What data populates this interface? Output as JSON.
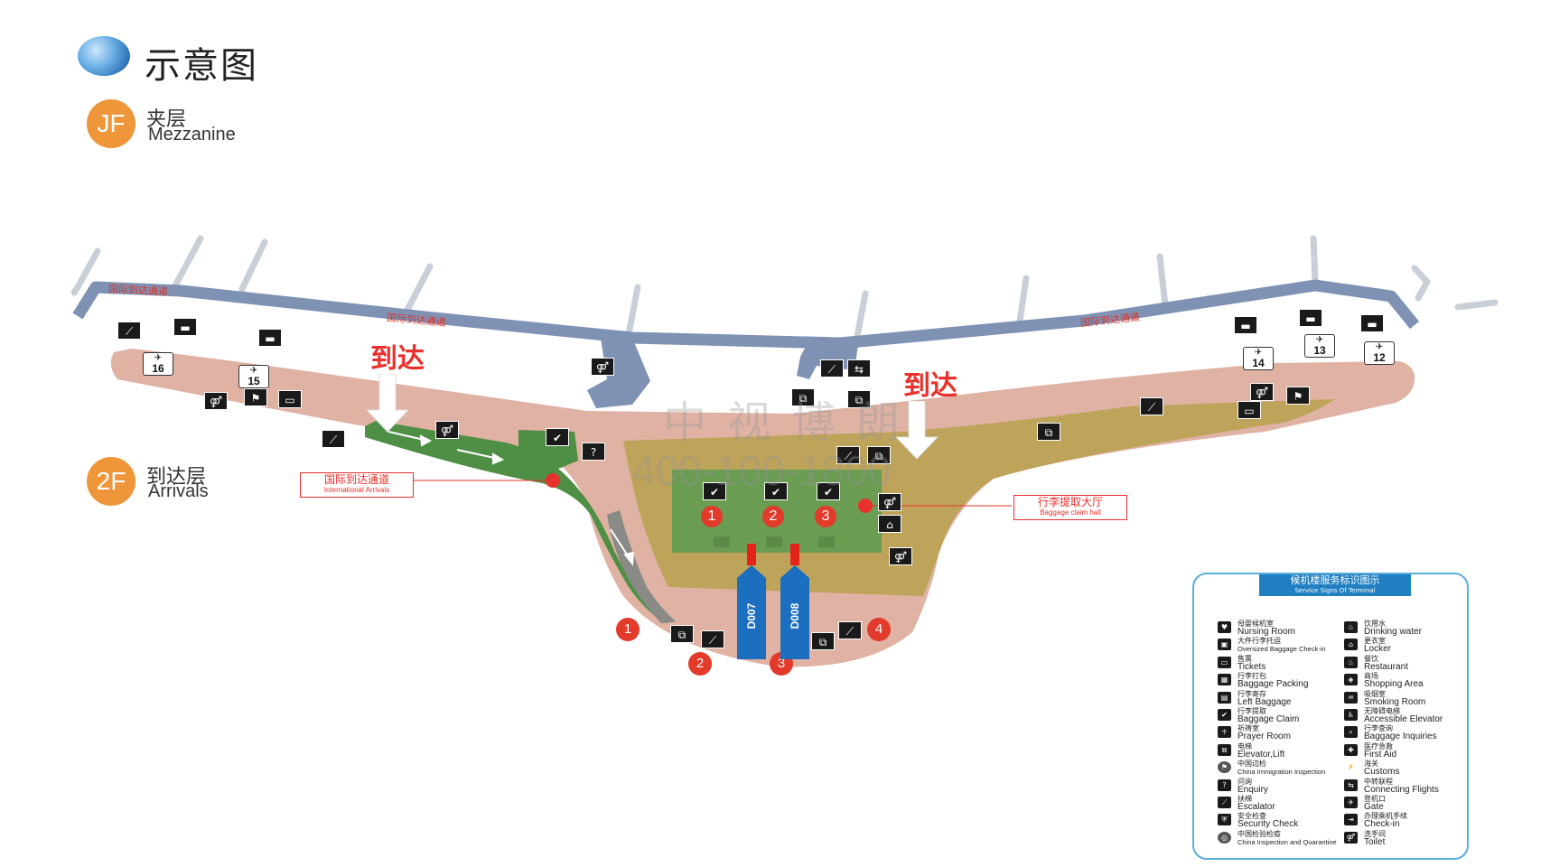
{
  "header": {
    "title": "示意图"
  },
  "floors": [
    {
      "code": "JF",
      "name_zh": "夹层",
      "name_en": "Mezzanine"
    },
    {
      "code": "2F",
      "name_zh": "到达层",
      "name_en": "Arrivals"
    }
  ],
  "map": {
    "corridor_labels": [
      "国际到达通道",
      "国际到达通道",
      "国际到达通道"
    ],
    "arrival_markers": [
      "到达",
      "到达"
    ],
    "callouts": {
      "intl_arrivals": {
        "zh": "国际到达通道",
        "en": "International Arrivals"
      },
      "baggage_hall": {
        "zh": "行李提取大厅",
        "en": "Baggage claim hall"
      }
    },
    "gates": [
      "16",
      "15",
      "14",
      "13",
      "12"
    ],
    "carousels": [
      "1",
      "2",
      "3"
    ],
    "exits": [
      "1",
      "2",
      "3",
      "4"
    ],
    "doors": [
      "D007",
      "D008"
    ],
    "watermark": [
      "中 视 博 朗",
      "400-100-1800"
    ],
    "colors": {
      "corridor": "#7f92b4",
      "arrival_floor": "#dfb2a3",
      "international_path": "#4e8f45",
      "baggage_zone": "#bea35a",
      "baggage_hall": "#6a9c52",
      "door_banner": "#1b6fbe",
      "exit_marker": "#e23a2b",
      "label_red": "#e8302c"
    }
  },
  "legend": {
    "title_zh": "候机楼服务标识图示",
    "title_en": "Service Signs Of Terminal",
    "left": [
      {
        "icon": "nursing-room-icon",
        "zh": "母婴候机室",
        "en": "Nursing Room"
      },
      {
        "icon": "oversized-baggage-icon",
        "zh": "大件行李托运",
        "en": "Oversized Baggage Check-in",
        "small": true
      },
      {
        "icon": "tickets-icon",
        "zh": "售票",
        "en": "Tickets"
      },
      {
        "icon": "baggage-packing-icon",
        "zh": "行李打包",
        "en": "Baggage Packing"
      },
      {
        "icon": "left-baggage-icon",
        "zh": "行李寄存",
        "en": "Left Baggage"
      },
      {
        "icon": "baggage-claim-icon",
        "zh": "行李提取",
        "en": "Baggage Claim"
      },
      {
        "icon": "prayer-room-icon",
        "zh": "祈祷室",
        "en": "Prayer Room"
      },
      {
        "icon": "elevator-icon",
        "zh": "电梯",
        "en": "Elevator,Lift"
      },
      {
        "icon": "immigration-icon",
        "zh": "中国边检",
        "en": "China Immigration Inspection",
        "small": true
      },
      {
        "icon": "enquiry-icon",
        "zh": "问询",
        "en": "Enquiry"
      },
      {
        "icon": "escalator-icon",
        "zh": "扶梯",
        "en": "Escalator"
      },
      {
        "icon": "security-check-icon",
        "zh": "安全检查",
        "en": "Security Check"
      },
      {
        "icon": "quarantine-icon",
        "zh": "中国检验检疫",
        "en": "China Inspection and Quarantine",
        "small": true
      }
    ],
    "right": [
      {
        "icon": "drinking-water-icon",
        "zh": "饮用水",
        "en": "Drinking water"
      },
      {
        "icon": "locker-icon",
        "zh": "更衣室",
        "en": "Locker"
      },
      {
        "icon": "restaurant-icon",
        "zh": "餐饮",
        "en": "Restaurant"
      },
      {
        "icon": "shopping-icon",
        "zh": "商场",
        "en": "Shopping Area"
      },
      {
        "icon": "smoking-room-icon",
        "zh": "吸烟室",
        "en": "Smoking Room"
      },
      {
        "icon": "accessible-elevator-icon",
        "zh": "无障碍电梯",
        "en": "Accessible Elevator"
      },
      {
        "icon": "baggage-inquiries-icon",
        "zh": "行李查询",
        "en": "Baggage Inquiries"
      },
      {
        "icon": "first-aid-icon",
        "zh": "医疗急救",
        "en": "First Aid"
      },
      {
        "icon": "customs-icon",
        "zh": "海关",
        "en": "Customs"
      },
      {
        "icon": "connecting-flights-icon",
        "zh": "中转联程",
        "en": "Connecting Flights"
      },
      {
        "icon": "gate-icon",
        "zh": "登机口",
        "en": "Gate"
      },
      {
        "icon": "check-in-icon",
        "zh": "办理乘机手续",
        "en": "Check-in"
      },
      {
        "icon": "toilet-icon",
        "zh": "洗手间",
        "en": "Toilet"
      }
    ]
  }
}
